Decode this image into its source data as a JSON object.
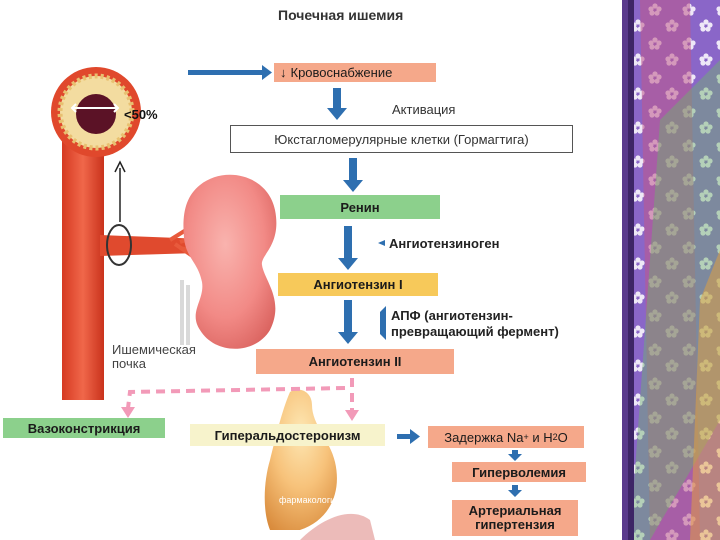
{
  "diagram": {
    "title": "Почечная ишемия",
    "stenosis_label": "<50%",
    "blood_supply": "Кровоснабжение",
    "activation": "Активация",
    "jg_cells": "Юкстагломерулярные клетки (Гормагтига)",
    "renin": "Ренин",
    "angiotensinogen": "Ангиотензиноген",
    "angiotensin_1": "Ангиотензин I",
    "ace_line1": "АПФ (ангиотензин-",
    "ace_line2": "превращающий фермент)",
    "ischemic_kidney_line1": "Ишемическая",
    "ischemic_kidney_line2": "почка",
    "angiotensin_2": "Ангиотензин II",
    "vasoconstriction": "Вазоконстрикция",
    "hyperaldosteronism": "Гиперальдостеронизм",
    "retention_prefix": "Задержка Na",
    "retention_sup": "+",
    "retention_mid": " и H",
    "retention_sub": "2",
    "retention_suffix": "O",
    "hypervolemia": "Гиперволемия",
    "hypertension_line1": "Артериальная",
    "hypertension_line2": "гипертензия",
    "watermark": "фармакология"
  },
  "icons": {
    "down_arrow": "down-arrow-icon"
  },
  "colors": {
    "salmon_box": "#f5a88a",
    "green_box": "#8cd08c",
    "yellow_box": "#f7c95a",
    "pale_box": "#f7f3cc",
    "arrow_blue": "#2e6fb0",
    "pink_dash": "#f29ab8",
    "artery_red": "#e8452c",
    "kidney_pink": "#f28a86",
    "side_purple": "#7b52b0"
  }
}
